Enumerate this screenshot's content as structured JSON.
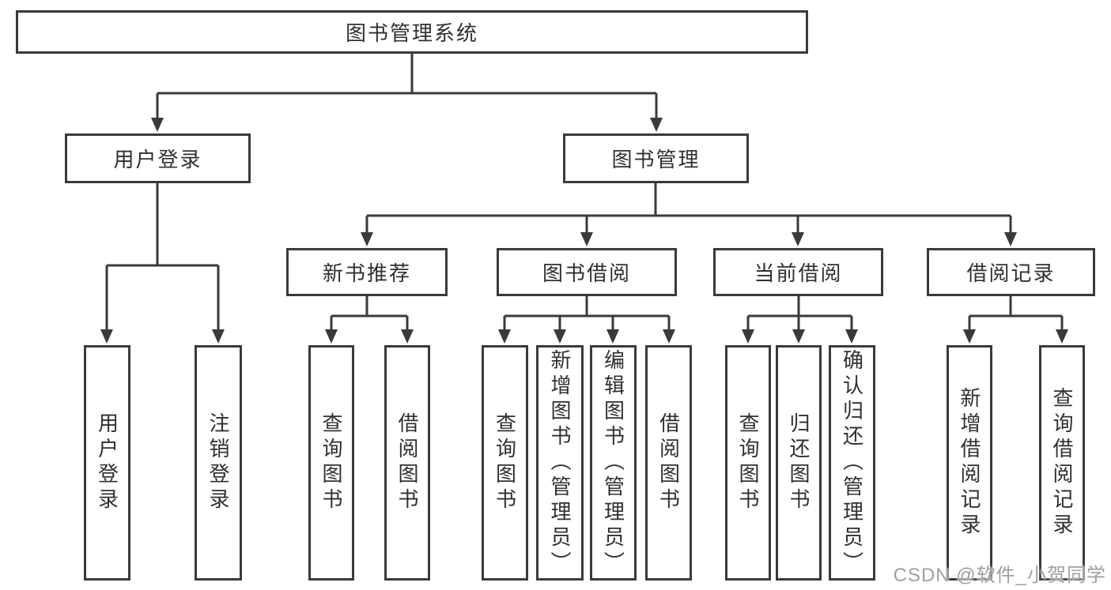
{
  "diagram": {
    "title_note": "functional structure tree of a library management system",
    "root": {
      "label": "图书管理系统"
    },
    "level2": {
      "user_login": {
        "label": "用户登录"
      },
      "book_mgmt": {
        "label": "图书管理"
      }
    },
    "level3": {
      "new_books": {
        "label": "新书推荐"
      },
      "book_borrow": {
        "label": "图书借阅"
      },
      "current_borrow": {
        "label": "当前借阅"
      },
      "borrow_records": {
        "label": "借阅记录"
      }
    },
    "leaves": {
      "login": {
        "label": "用户登录"
      },
      "logout": {
        "label": "注销登录"
      },
      "nb_query": {
        "label": "查询图书"
      },
      "nb_borrow": {
        "label": "借阅图书"
      },
      "bb_query": {
        "label": "查询图书"
      },
      "bb_add": {
        "label": "新增图书（管理员）"
      },
      "bb_edit": {
        "label": "编辑图书（管理员）"
      },
      "bb_borrow": {
        "label": "借阅图书"
      },
      "cb_query": {
        "label": "查询图书"
      },
      "cb_return": {
        "label": "归还图书"
      },
      "cb_confirm": {
        "label": "确认归还（管理员）"
      },
      "br_add": {
        "label": "新增借阅记录"
      },
      "br_query": {
        "label": "查询借阅记录"
      }
    }
  },
  "watermark": {
    "text": "CSDN @软件_小贺同学"
  },
  "colors": {
    "line": "#3a3a3a",
    "box_border": "#3a3a3a",
    "box_fill": "#ffffff",
    "text": "#303030",
    "watermark": "#9f9f9f",
    "background": "#ffffff"
  }
}
